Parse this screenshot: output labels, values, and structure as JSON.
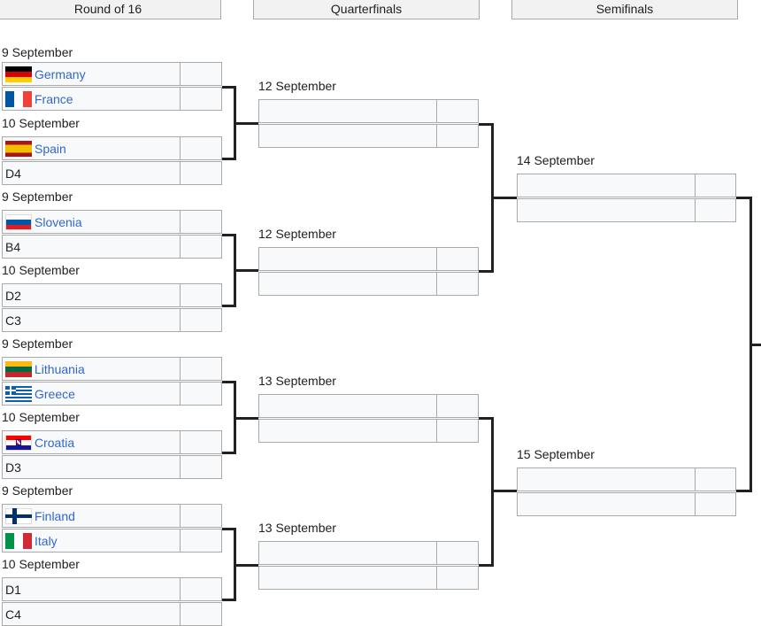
{
  "rounds": [
    "Round of 16",
    "Quarterfinals",
    "Semifinals"
  ],
  "round_of_16": {
    "dates": [
      "9 September",
      "10 September",
      "9 September",
      "10 September",
      "9 September",
      "10 September",
      "9 September",
      "10 September"
    ],
    "teams": [
      "Germany",
      "France",
      "Spain",
      "D4",
      "Slovenia",
      "B4",
      "D2",
      "C3",
      "Lithuania",
      "Greece",
      "Croatia",
      "D3",
      "Finland",
      "Italy",
      "D1",
      "C4"
    ]
  },
  "quarterfinals": {
    "dates": [
      "12 September",
      "12 September",
      "13 September",
      "13 September"
    ]
  },
  "semifinals": {
    "dates": [
      "14 September",
      "15 September"
    ]
  },
  "icons": {
    "germany": "flag-germany-icon",
    "france": "flag-france-icon",
    "spain": "flag-spain-icon",
    "slovenia": "flag-slovenia-icon",
    "lithuania": "flag-lithuania-icon",
    "greece": "flag-greece-icon",
    "croatia": "flag-croatia-icon",
    "finland": "flag-finland-icon",
    "italy": "flag-italy-icon"
  },
  "colors": {
    "link": "#3366cc",
    "border": "#aaaaaa",
    "header_bg": "#f2f2f2",
    "cell_bg": "#f8f9fa",
    "line": "#202122"
  }
}
